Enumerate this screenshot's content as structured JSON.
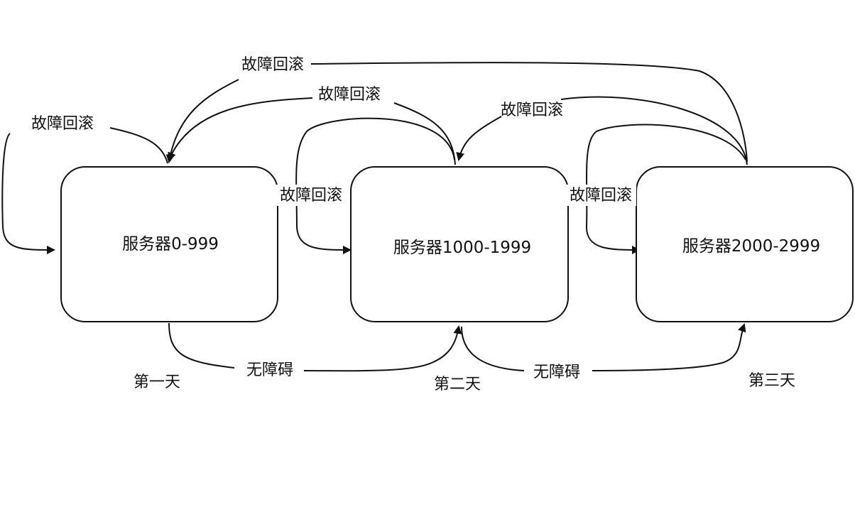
{
  "nodes": [
    {
      "id": "server-group-1",
      "label": "服务器0-999",
      "day_label": "第一天"
    },
    {
      "id": "server-group-2",
      "label": "服务器1000-1999",
      "day_label": "第二天"
    },
    {
      "id": "server-group-3",
      "label": "服务器2000-2999",
      "day_label": "第三天"
    }
  ],
  "edges": {
    "self_loop_1": {
      "label": "故障回滚"
    },
    "self_loop_2": {
      "label": "故障回滚"
    },
    "self_loop_3": {
      "label": "故障回滚"
    },
    "rollback_2_to_1": {
      "label": "故障回滚"
    },
    "rollback_3_to_1": {
      "label": "故障回滚"
    },
    "rollback_3_to_2": {
      "label": "故障回滚"
    },
    "proceed_1_to_2": {
      "label": "无障碍"
    },
    "proceed_2_to_3": {
      "label": "无障碍"
    }
  },
  "colors": {
    "stroke": "#111111",
    "background": "#ffffff"
  }
}
